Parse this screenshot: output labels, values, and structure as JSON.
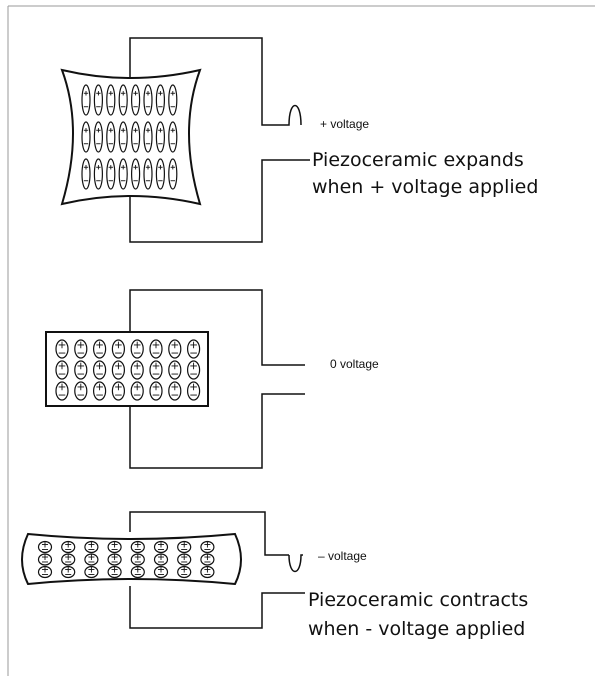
{
  "labels": {
    "plus_voltage": "+ voltage",
    "zero_voltage": "0 voltage",
    "minus_voltage": "– voltage",
    "expand_line1": "Piezoceramic expands",
    "expand_line2": "when + voltage applied",
    "contract_line1": "Piezoceramic contracts",
    "contract_line2": "when - voltage applied"
  },
  "panels": [
    {
      "name": "expanded-panel",
      "state": "expanded",
      "grid_rows": 3,
      "grid_cols": 8
    },
    {
      "name": "neutral-panel",
      "state": "neutral",
      "grid_rows": 3,
      "grid_cols": 8
    },
    {
      "name": "contracted-panel",
      "state": "contracted",
      "grid_rows": 3,
      "grid_cols": 8
    }
  ],
  "colors": {
    "line": "#111111",
    "frame": "#9a9a9a",
    "background": "#ffffff"
  }
}
